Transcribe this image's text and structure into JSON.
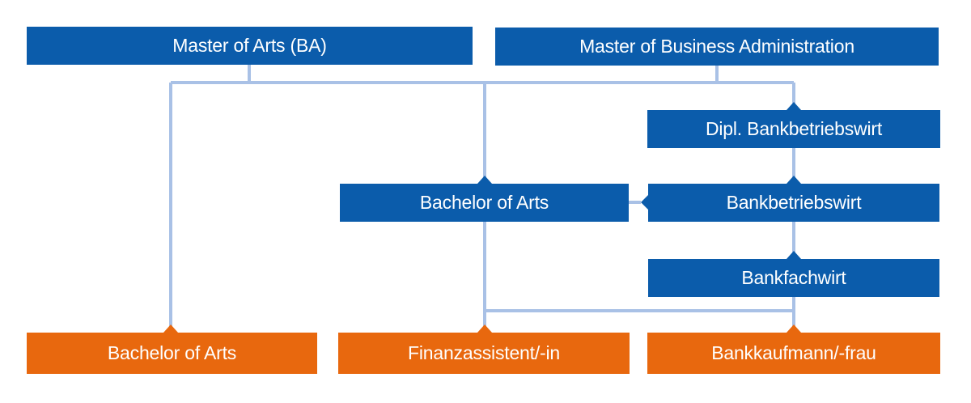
{
  "colors": {
    "box_blue": "#0b5cab",
    "box_orange": "#e8680e",
    "connector": "#a9c1e6",
    "text": "#ffffff"
  },
  "boxes": {
    "master_ba": "Master of Arts (BA)",
    "mba": "Master of Business Administration",
    "dipl_bankbetriebswirt": "Dipl. Bankbetriebswirt",
    "bachelor_mid": "Bachelor of Arts",
    "bankbetriebswirt": "Bankbetriebswirt",
    "bankfachwirt": "Bankfachwirt",
    "bachelor_left": "Bachelor of Arts",
    "finanzassistent": "Finanzassistent/-in",
    "bankkaufmann": "Bankkaufmann/-frau"
  }
}
